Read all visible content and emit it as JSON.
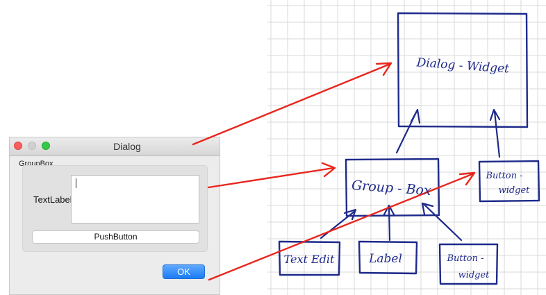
{
  "dialog": {
    "title": "Dialog",
    "group_title": "GroupBox",
    "text_label": "TextLabel",
    "text_edit_value": "",
    "push_button": "PushButton",
    "ok_button": "OK"
  },
  "sketch": {
    "nodes": {
      "dialog_widget": "Dialog - Widget",
      "group_box": "Group - Box",
      "button_widget_top": [
        "Button -",
        "widget"
      ],
      "text_edit": "Text Edit",
      "label": "Label",
      "button_widget_bottom": [
        "Button -",
        "widget"
      ]
    },
    "colors": {
      "ink": "#1e2a8a",
      "arrow": "#e8261d",
      "grid": "#d9d9d9"
    }
  }
}
